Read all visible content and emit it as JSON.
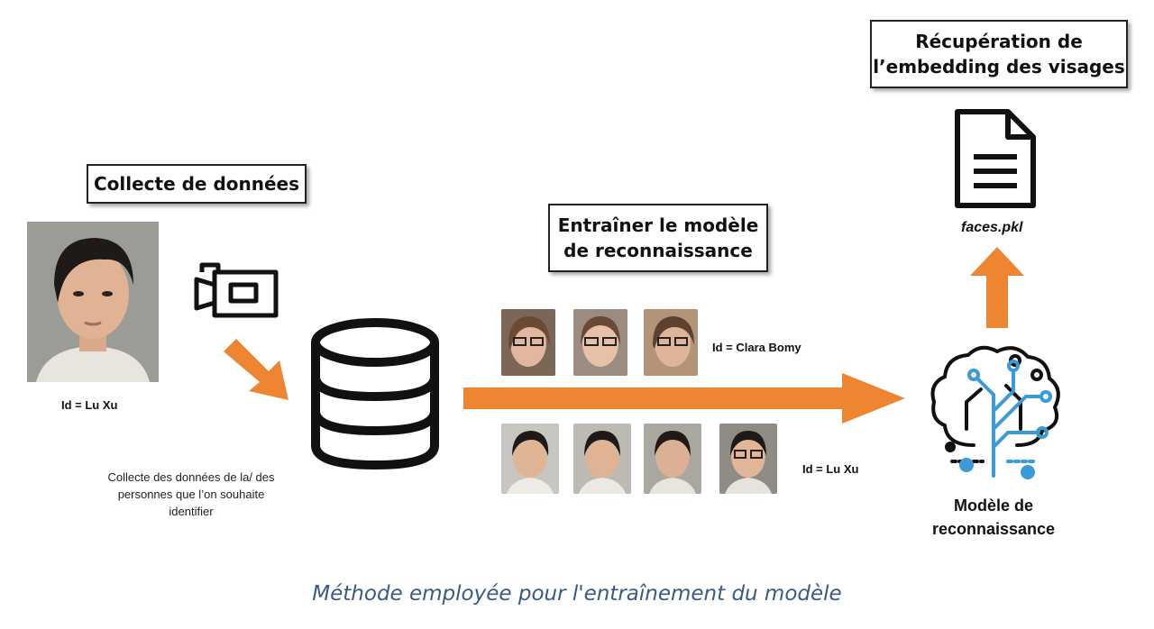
{
  "boxes": {
    "collecte": "Collecte de données",
    "entrainer_line1": "Entraîner le modèle",
    "entrainer_line2": "de reconnaissance",
    "recuperation_line1": "Récupération de",
    "recuperation_line2": "l’embedding des visages"
  },
  "labels": {
    "source_id": "Id = Lu Xu",
    "clara_id": "Id = Clara Bomy",
    "luxu_id": "Id = Lu Xu"
  },
  "note": {
    "line1": "Collecte des données de la/ des",
    "line2": "personnes que l’on souhaite",
    "line3": "identifier"
  },
  "file": {
    "name": "faces.pkl",
    "icon": "document-icon"
  },
  "model": {
    "line1": "Modèle de",
    "line2": "reconnaissance",
    "icon": "brain-circuit-icon"
  },
  "caption": "Méthode employée pour l'entraînement du modèle",
  "colors": {
    "arrow": "#ee8530",
    "circuit_blue": "#3a9bd8",
    "line": "#111111",
    "caption": "#3a5a84"
  }
}
